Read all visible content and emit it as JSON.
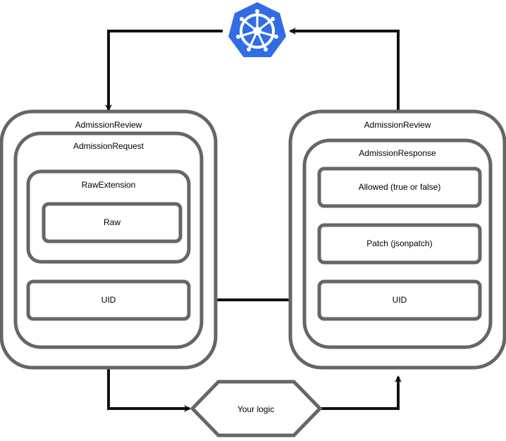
{
  "colors": {
    "box_stroke": "#666666",
    "arrow": "#111111",
    "kubernetes_blue": "#326ce5",
    "background": "#ffffff"
  },
  "logo": {
    "icon": "kubernetes-helm-icon"
  },
  "left_panel": {
    "title": "AdmissionReview",
    "request": {
      "title": "AdmissionRequest",
      "raw_extension": {
        "title": "RawExtension",
        "raw": "Raw"
      },
      "uid": "UID"
    }
  },
  "right_panel": {
    "title": "AdmissionReview",
    "response": {
      "title": "AdmissionResponse",
      "allowed": "Allowed (true or false)",
      "patch": "Patch (jsonpatch)",
      "uid": "UID"
    }
  },
  "decision": {
    "label": "Your logic"
  }
}
